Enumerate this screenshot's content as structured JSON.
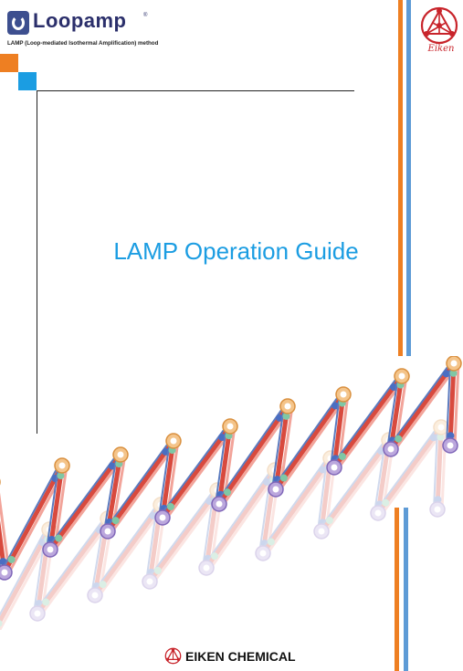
{
  "brand": {
    "name": "Loopamp",
    "registered_mark": "®",
    "subtitle": "LAMP (Loop-mediated Isothermal Amplification) method"
  },
  "eiken_logo": {
    "script_text": "Eiken"
  },
  "title": "LAMP Operation Guide",
  "footer": {
    "company": "EIKEN CHEMICAL"
  },
  "colors": {
    "orange": "#ee7f22",
    "blue": "#1b9de2",
    "stripe_blue": "#5e9bd6",
    "eiken_red": "#c8242b",
    "brand_navy": "#2b2f6b"
  },
  "icons": [
    "loopamp-logo-icon",
    "eiken-emblem-icon",
    "dna-helix-illustration"
  ]
}
